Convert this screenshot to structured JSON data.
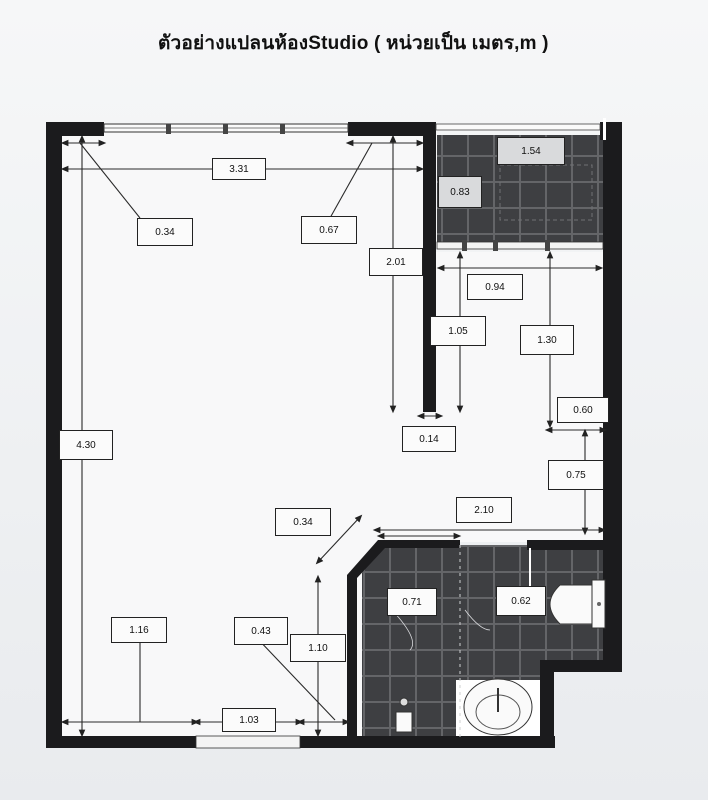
{
  "title": "ตัวอย่างแปลนห้องStudio ( หน่วยเป็น เมตร,m )",
  "dimensions": {
    "d_331": "3.31",
    "d_034_top": "0.34",
    "d_067": "0.67",
    "d_201": "2.01",
    "d_154": "1.54",
    "d_083": "0.83",
    "d_094": "0.94",
    "d_105": "1.05",
    "d_130": "1.30",
    "d_014": "0.14",
    "d_060": "0.60",
    "d_075": "0.75",
    "d_430": "4.30",
    "d_210": "2.10",
    "d_034_diag": "0.34",
    "d_071": "0.71",
    "d_062": "0.62",
    "d_116": "1.16",
    "d_043": "0.43",
    "d_110": "1.10",
    "d_103": "1.03"
  },
  "colors": {
    "wall": "#1b1b1d",
    "floor": "#f7f7f8",
    "tile": "#3f4043",
    "tile_grout": "#6a6b6e",
    "dim_line": "#2a2a2a"
  }
}
